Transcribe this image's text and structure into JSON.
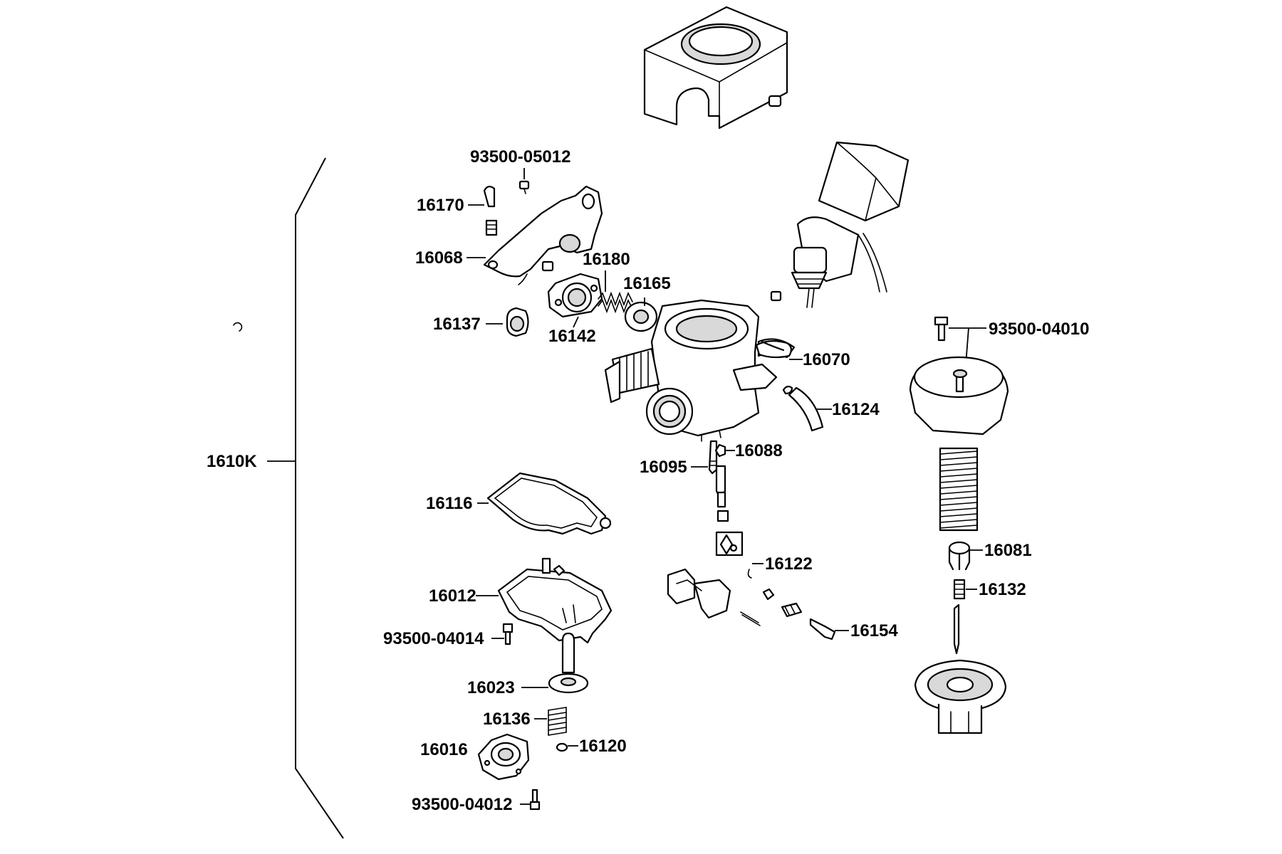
{
  "diagram": {
    "assembly_label": "1610K",
    "labels": {
      "p93500_05012": "93500-05012",
      "p16170": "16170",
      "p16068": "16068",
      "p16180": "16180",
      "p16165": "16165",
      "p16137": "16137",
      "p16142": "16142",
      "p16070": "16070",
      "p16124": "16124",
      "p93500_04010": "93500-04010",
      "p16088": "16088",
      "p16095": "16095",
      "p16116": "16116",
      "p16122": "16122",
      "p16081": "16081",
      "p16012": "16012",
      "p16132": "16132",
      "p93500_04014": "93500-04014",
      "p16154": "16154",
      "p16023": "16023",
      "p16136": "16136",
      "p16016": "16016",
      "p16120": "16120",
      "p93500_04012": "93500-04012"
    }
  }
}
